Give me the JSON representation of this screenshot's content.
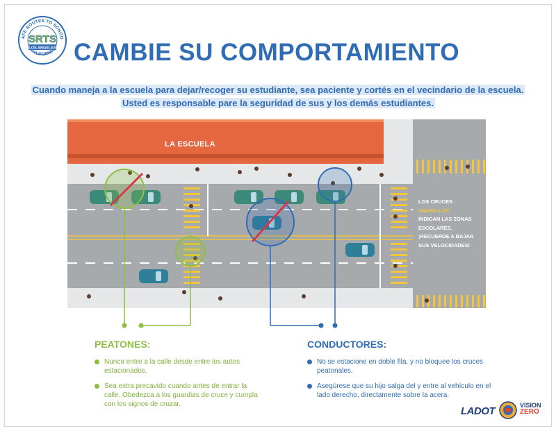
{
  "logo": {
    "top_text": "SAFE ROUTES TO SCHOOL",
    "monogram": "SRTS",
    "banner": "LOS ANGELES",
    "bottom_text": "CALIFORNIA"
  },
  "title": "CAMBIE SU COMPORTAMIENTO",
  "subtitle_lines": [
    "Cuando maneja a la escuela para dejar/recoger su estudiante, sea paciente y cortés en el vecindario de la escuela.",
    "Usted es responsable pare la seguridad de sus y los demás estudiantes."
  ],
  "scene": {
    "school_label": "LA ESCUELA",
    "sign": {
      "line1": "LOS CRUCES",
      "line2_highlight": "AMARILLOS",
      "line3": "INDICAN LAS ZONAS ESCOLARES.",
      "line4": "¡RECUERDE A BAJAR SUS VELOCIDADES!"
    }
  },
  "peatones": {
    "title": "PEATONES:",
    "items": [
      "Nunca entre a la calle desde entre los autos estacionados.",
      "Sea extra precavido cuando antes de entrar la calle. Obedezca a los guardias de cruce y cumpla con los signos de cruzar."
    ]
  },
  "conductores": {
    "title": "CONDUCTORES:",
    "items": [
      "No se estacione en doble fila, y no bloquee los cruces peatonales.",
      "Asegúrese que su hijo salga del y entre al vehículo en el lado derecho, directamente sobre la acera."
    ]
  },
  "footer": {
    "ladot": "LADOT",
    "vision": "VISION",
    "zero": "ZERO"
  },
  "colors": {
    "blue": "#2f6cb3",
    "green": "#8dbf45",
    "school_orange": "#e4673f",
    "crosswalk_yellow": "#f2c53b",
    "road": "#a7aaad"
  }
}
